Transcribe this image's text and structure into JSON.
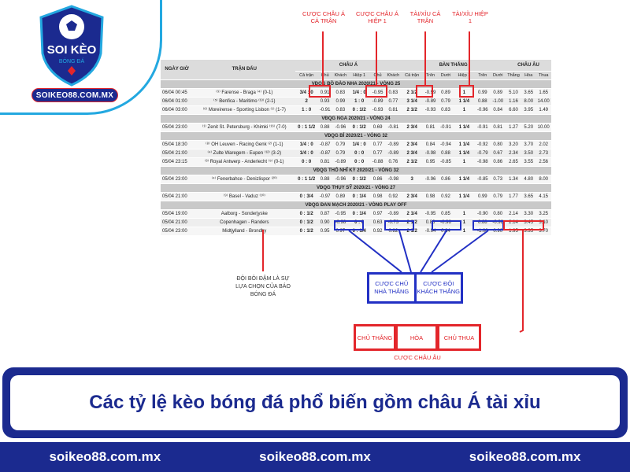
{
  "logo": {
    "title": "SOI KÈO",
    "subtitle": "BÓNG ĐÁ",
    "domain": "SOIKEO88.COM.MX"
  },
  "annotations": {
    "ca_full": "CƯỢC CHÂU Á CẢ TRẬN",
    "ca_half": "CƯỢC CHÂU Á HIỆP 1",
    "tx_full": "TÀI/XỈU CẢ TRẬN",
    "tx_half": "TÀI/XỈU HIỆP 1",
    "bold_note": "ĐỘI BÔI ĐẬM LÀ SỰ LỰA CHỌN CỦA BÁO BÓNG ĐÁ",
    "home_win": "CƯỢC CHỦ NHÀ THẮNG",
    "away_win": "CƯỢC ĐỘI KHÁCH THẮNG",
    "eu_home": "CHỦ THẮNG",
    "eu_draw": "HÒA",
    "eu_away": "CHỦ THUA",
    "eu_label": "CƯỢC CHÂU ÂU"
  },
  "table": {
    "groups": [
      "NGÀY GIỜ",
      "TRẬN ĐẤU",
      "CHÂU Á",
      "BÀN THẮNG",
      "CHÂU ÂU"
    ],
    "subheaders": [
      "Cả trận",
      "Chủ",
      "Khách",
      "Hiệp 1",
      "Chủ",
      "Khách",
      "Cả trận",
      "Trên",
      "Dưới",
      "Hiệp 1",
      "Trên",
      "Dưới",
      "Thắng",
      "Hòa",
      "Thua"
    ],
    "sections": [
      {
        "title": "VĐQG BỒ ĐÀO NHA 2020/21 - VÒNG 25",
        "rows": [
          [
            "06/04 00:45",
            "⁽⁹⁾ Farense - Braga ⁽⁴⁾ (0-1)",
            "3/4 : 0",
            "0.91",
            "0.83",
            "1/4 : 0",
            "-0.95",
            "0.83",
            "2 1/2",
            "-0.99",
            "0.89",
            "1",
            "0.99",
            "0.89",
            "5.10",
            "3.65",
            "1.65"
          ],
          [
            "06/04 01:00",
            "⁽⁵⁾ Benfica - Maritimo ⁽¹³⁾ (2-1)",
            "2",
            "0.93",
            "0.99",
            "1 : 0",
            "-0.89",
            "0.77",
            "3 1/4",
            "-0.89",
            "0.79",
            "1 1/4",
            "0.88",
            "-1.00",
            "1.16",
            "8.00",
            "14.00"
          ],
          [
            "06/04 03:00",
            "⁽⁶⁾ Moreirense - Sporting Lisbon ⁽¹⁾ (1-7)",
            "1 : 0",
            "-0.91",
            "0.83",
            "0 : 1/2",
            "-0.93",
            "0.81",
            "2 1/2",
            "-0.93",
            "0.83",
            "1",
            "-0.96",
            "0.84",
            "6.60",
            "3.95",
            "1.49"
          ]
        ]
      },
      {
        "title": "VĐQG NGA 2020/21 - VÒNG 24",
        "rows": [
          [
            "05/04 23:00",
            "⁽¹⁾ Zenit St. Petersburg - Khimki ⁽¹⁶⁾ (7-0)",
            "0 : 1 1/2",
            "0.88",
            "-0.96",
            "0 : 1/2",
            "0.69",
            "-0.81",
            "2 3/4",
            "0.81",
            "-0.91",
            "1 1/4",
            "-0.91",
            "0.81",
            "1.27",
            "5.20",
            "10.00"
          ]
        ]
      },
      {
        "title": "VĐQG BỈ 2020/21 - VÒNG 32",
        "rows": [
          [
            "05/04 18:30",
            "⁽⁸⁾ OH Leuven - Racing Genk ⁽²⁾ (1-1)",
            "1/4 : 0",
            "-0.87",
            "0.79",
            "1/4 : 0",
            "0.77",
            "-0.89",
            "2 3/4",
            "0.84",
            "-0.94",
            "1 1/4",
            "-0.92",
            "0.80",
            "3.20",
            "3.70",
            "2.02"
          ],
          [
            "05/04 21:00",
            "⁽⁴⁾ Zulte Waregem - Eupen ⁽¹²⁾ (3-2)",
            "1/4 : 0",
            "-0.87",
            "0.79",
            "0 : 0",
            "0.77",
            "-0.89",
            "2 3/4",
            "-0.98",
            "0.88",
            "1 1/4",
            "-0.79",
            "0.67",
            "2.34",
            "3.50",
            "2.73"
          ],
          [
            "05/04 23:15",
            "⁽³⁾ Royal Antwerp - Anderlecht ⁽⁵⁾ (0-1)",
            "0 : 0",
            "0.81",
            "-0.89",
            "0 : 0",
            "-0.88",
            "0.76",
            "2 1/2",
            "0.95",
            "-0.85",
            "1",
            "-0.98",
            "0.86",
            "2.65",
            "3.55",
            "2.56"
          ]
        ]
      },
      {
        "title": "VĐQG THỔ NHĨ KỲ 2020/21 - VÒNG 32",
        "rows": [
          [
            "05/04 23:00",
            "⁽⁴⁾ Fenerbahce - Denizlispor ⁽²⁰⁾",
            "0 : 1 1/2",
            "0.88",
            "-0.96",
            "0 : 1/2",
            "0.86",
            "-0.98",
            "3",
            "-0.96",
            "0.86",
            "1 1/4",
            "-0.85",
            "0.73",
            "1.34",
            "4.80",
            "8.00"
          ]
        ]
      },
      {
        "title": "VĐQG THỤY SỸ 2020/21 - VÒNG 27",
        "rows": [
          [
            "05/04 21:00",
            "⁽⁹⁾ Basel - Vaduz ⁽¹⁰⁾",
            "0 : 3/4",
            "-0.97",
            "0.89",
            "0 : 1/4",
            "0.98",
            "0.92",
            "2 3/4",
            "0.98",
            "0.92",
            "1 1/4",
            "0.99",
            "0.79",
            "1.77",
            "3.65",
            "4.15"
          ]
        ]
      },
      {
        "title": "VĐQG ĐAN MẠCH 2020/21 - VÒNG PLAY OFF",
        "rows": [
          [
            "05/04 19:00",
            "Aalborg - Sonderjyske",
            "0 : 1/2",
            "0.87",
            "-0.95",
            "0 : 1/4",
            "0.97",
            "-0.89",
            "2 1/4",
            "-0.95",
            "0.85",
            "1",
            "-0.90",
            "0.80",
            "2.14",
            "3.30",
            "3.25"
          ],
          [
            "05/04 21:00",
            "Copenhagen - Randers",
            "0 : 1/2",
            "0.90",
            "-0.98",
            "0 : 0",
            "0.63",
            "-0.73",
            "2 1/2",
            "0.86",
            "-0.96",
            "1",
            "0.88",
            "-0.98",
            "2.14",
            "3.45",
            "3.10"
          ],
          [
            "05/04 23:00",
            "Midtjylland - Brondby",
            "0 : 1/2",
            "0.95",
            "0.97",
            "0 : 1/4",
            "0.92",
            "0.82",
            "2 1/2",
            "-0.94",
            "0.84",
            "1",
            "-1.00",
            "0.90",
            "1.95",
            "3.35",
            "3.70"
          ]
        ]
      }
    ]
  },
  "caption": "Các tỷ lệ kèo bóng đá phổ biến gồm châu Á tài xỉu",
  "footer": [
    "soikeo88.com.mx",
    "soikeo88.com.mx",
    "soikeo88.com.mx"
  ],
  "colors": {
    "navy": "#1b2a8f",
    "red": "#e3262b",
    "blue": "#2230c4",
    "cyan": "#23a8e0"
  }
}
